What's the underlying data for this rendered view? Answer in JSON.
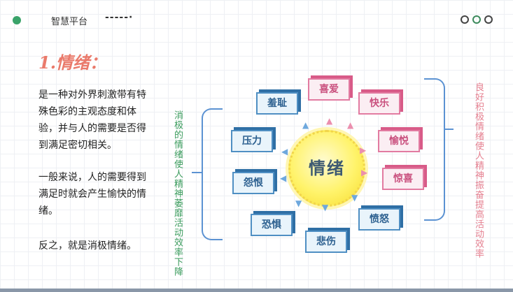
{
  "header": {
    "platform_name": "智慧平台",
    "decoration": "-----·"
  },
  "slide": {
    "title": "1.情绪：",
    "paragraphs": [
      "是一种对外界刺激带有特殊色彩的主观态度和体验，并与人的需要是否得到满足密切相关。",
      "一般来说，人的需要得到满足时就会产生愉快的情绪。",
      "反之，就是消极情绪。"
    ]
  },
  "diagram": {
    "center": "情绪",
    "negative_caption_col1": "消极的情绪使人精神萎靡活",
    "negative_caption_col2": "动效率下降",
    "positive_caption_col1": "良好积极情绪使人精神振奋",
    "positive_caption_col2": "提高活动效率",
    "negative_emotions": [
      "羞耻",
      "压力",
      "怨恨",
      "恐惧",
      "悲伤"
    ],
    "positive_emotions": [
      "喜爱",
      "快乐",
      "愉悦",
      "惊喜"
    ],
    "other_emotions": [
      "愤怒"
    ],
    "colors": {
      "negative": "#4f8fc3",
      "positive": "#e27ba1",
      "center": "#fff36a"
    }
  }
}
